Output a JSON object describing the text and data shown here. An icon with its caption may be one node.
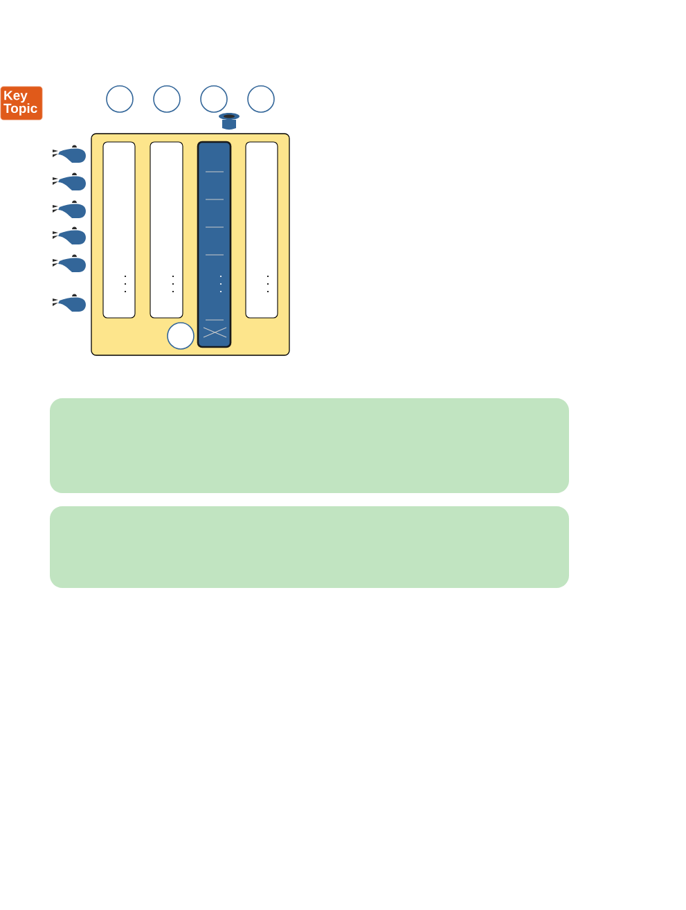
{
  "diagram": {
    "nodes": [
      {
        "text": [
          "Key Topic"
        ]
      },
      {
        "text": [],
        "shape": "circle"
      },
      {
        "text": [],
        "shape": "circle"
      },
      {
        "text": [],
        "shape": "circle"
      },
      {
        "text": [],
        "shape": "circle"
      },
      {
        "text": [],
        "shape": "box"
      },
      {
        "text": [],
        "shape": "box",
        "in": 5
      },
      {
        "text": [],
        "shape": "box",
        "in": 5
      },
      {
        "text": [],
        "shape": "box",
        "in": 5
      },
      {
        "text": [],
        "shape": "box",
        "in": 5
      },
      {
        "text": [],
        "shape": "circle",
        "in": 5
      },
      {
        "text": [],
        "shape": "box"
      },
      {
        "text": [],
        "shape": "box"
      }
    ],
    "edges": []
  }
}
